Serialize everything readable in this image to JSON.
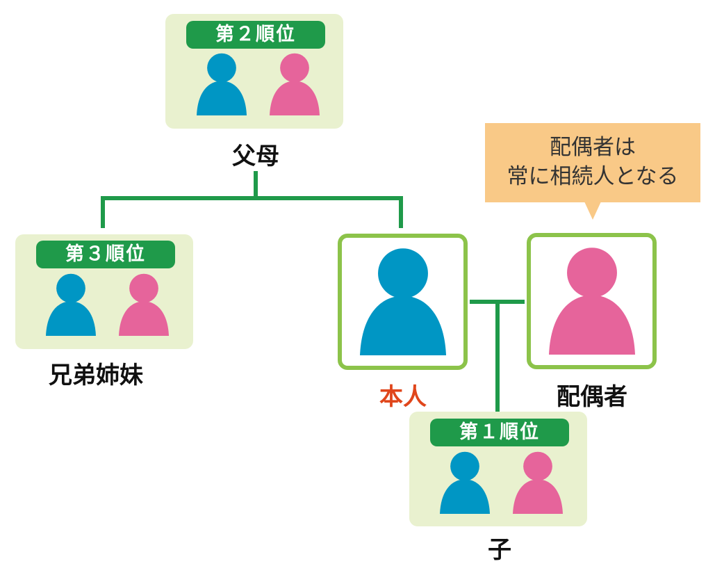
{
  "colors": {
    "male": "#0096c4",
    "female": "#e6649b",
    "line": "#1f9a4a",
    "card_border": "#8cc34a",
    "group_bg": "#e9f1cf",
    "badge_bg": "#1f9a4a",
    "self_label": "#e0461b",
    "callout_bg": "#f9c987"
  },
  "nodes": {
    "parents": {
      "badge": "第２順位",
      "label": "父母"
    },
    "siblings": {
      "badge": "第３順位",
      "label": "兄弟姉妹"
    },
    "self": {
      "label": "本人"
    },
    "spouse": {
      "label": "配偶者"
    },
    "children": {
      "badge": "第１順位",
      "label": "子"
    }
  },
  "callout": {
    "line1": "配偶者は",
    "line2": "常に相続人となる"
  }
}
